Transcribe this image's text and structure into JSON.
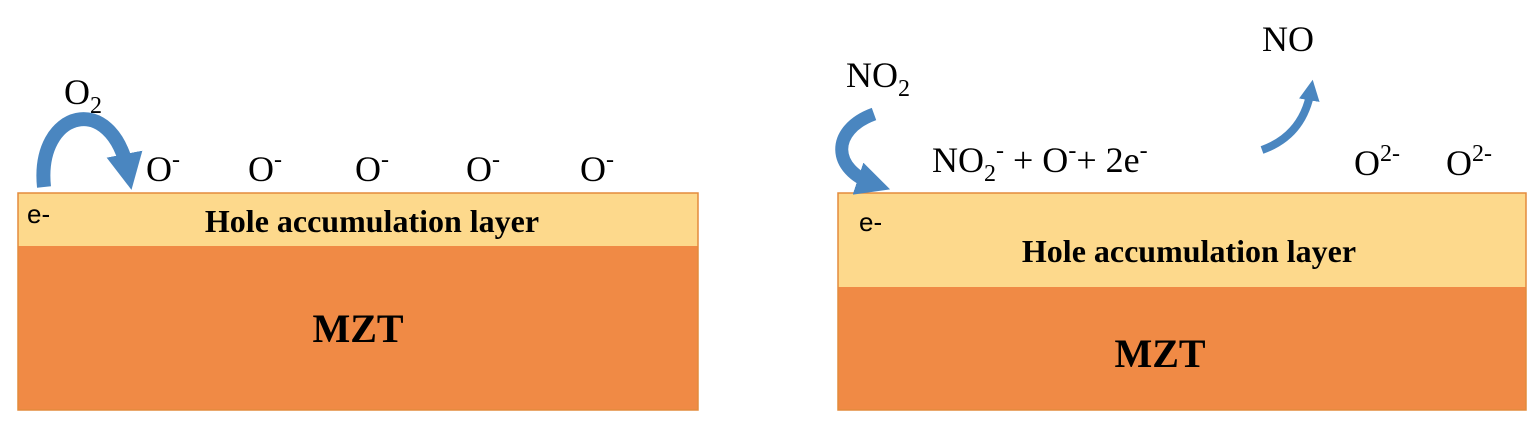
{
  "colors": {
    "hole_layer": "#FDD98C",
    "substrate": "#F08A45",
    "arrow": "#4A86C0",
    "border": "#E38B3D",
    "text": "#000000"
  },
  "left_panel": {
    "gas": {
      "base": "O",
      "sub": "2"
    },
    "electron": "e-",
    "ions": [
      {
        "base": "O",
        "sup": "-"
      },
      {
        "base": "O",
        "sup": "-"
      },
      {
        "base": "O",
        "sup": "-"
      },
      {
        "base": "O",
        "sup": "-"
      },
      {
        "base": "O",
        "sup": "-"
      }
    ],
    "hole_layer_label": "Hole accumulation layer",
    "substrate_label": "MZT"
  },
  "right_panel": {
    "gas_in": {
      "base": "NO",
      "sub": "2"
    },
    "gas_out": "NO",
    "electron": "e-",
    "reaction": {
      "t1": "NO",
      "t1_sub": "2",
      "t1_sup": "-",
      "t2": " + O",
      "t2_sup": "-",
      "t3": "+ 2e",
      "t3_sup": "-"
    },
    "ions": [
      {
        "base": "O",
        "sup": "2-"
      },
      {
        "base": "O",
        "sup": "2-"
      }
    ],
    "hole_layer_label": "Hole accumulation layer",
    "substrate_label": "MZT"
  }
}
